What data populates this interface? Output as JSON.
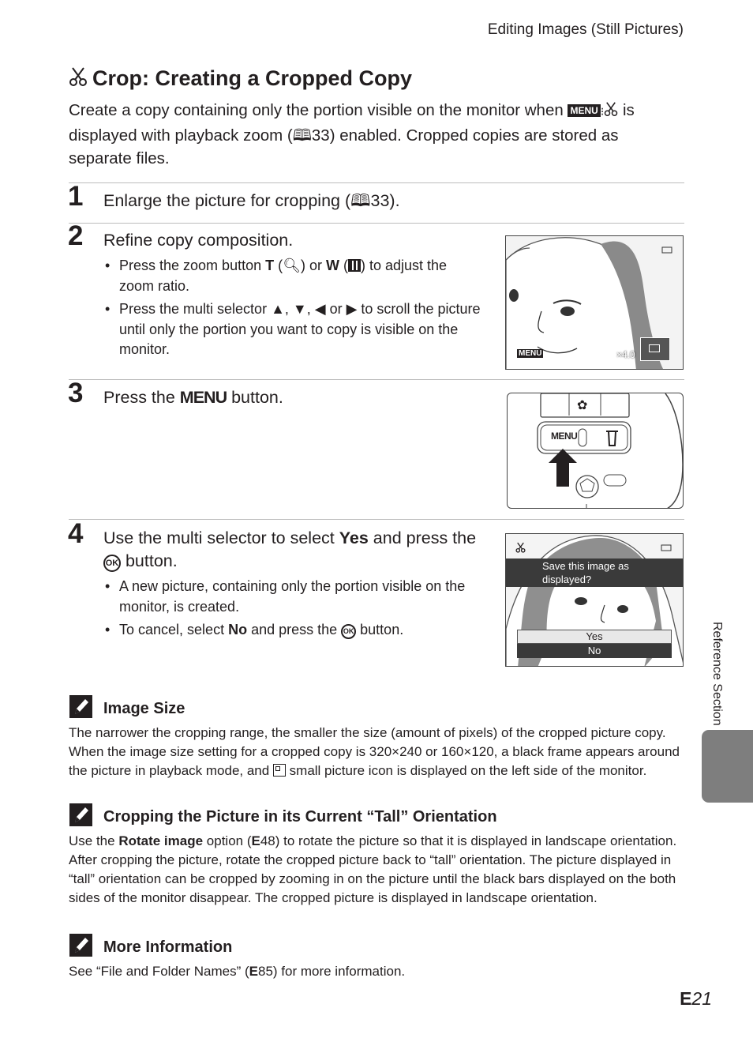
{
  "header": {
    "running_title": "Editing Images (Still Pictures)"
  },
  "title": {
    "text": "Crop: Creating a Cropped Copy"
  },
  "intro": {
    "part1": "Create a copy containing only the portion visible on the monitor when ",
    "part2": " is displayed with playback zoom (",
    "ref": "33",
    "part3": ") enabled. Cropped copies are stored as separate files."
  },
  "steps": [
    {
      "number": "1",
      "text_a": "Enlarge the picture for cropping (",
      "ref": "33",
      "text_b": ")."
    },
    {
      "number": "2",
      "text": "Refine copy composition.",
      "bullets": [
        {
          "a": "Press the zoom button ",
          "k1": "T",
          "b": " (",
          "c": ") or ",
          "k2": "W",
          "d": " (",
          "e": ") to adjust the zoom ratio."
        },
        {
          "a": "Press the multi selector ",
          "arrows": "▲, ▼, ◀",
          "b": " or ",
          "arrow4": "▶",
          "c": " to scroll the picture until only the portion you want to copy is visible on the monitor."
        }
      ]
    },
    {
      "number": "3",
      "text_a": "Press the ",
      "menu_key": "MENU",
      "text_b": " button."
    },
    {
      "number": "4",
      "text_a": "Use the multi selector to select ",
      "bold": "Yes",
      "text_b": " and press the ",
      "text_c": " button.",
      "bullets": [
        {
          "a": "A new picture, containing only the portion visible on the monitor, is created."
        },
        {
          "a": "To cancel, select ",
          "bold": "No",
          "b": " and press the ",
          "c": " button."
        }
      ]
    }
  ],
  "screens": {
    "zoom": {
      "zoom_label": "×4.0",
      "menu_icon": "MENU"
    },
    "camera": {
      "menu_label": "MENU"
    },
    "confirm": {
      "prompt": "Save this image as displayed?",
      "yes": "Yes",
      "no": "No"
    }
  },
  "notes": [
    {
      "heading": "Image Size",
      "body_a": "The narrower the cropping range, the smaller the size (amount of pixels) of the cropped picture copy. When the image size setting for a cropped copy is 320×240 or 160×120, a black frame appears around the picture in playback mode, and ",
      "body_b": " small picture icon is displayed on the left side of the monitor."
    },
    {
      "heading": "Cropping the Picture in its Current “Tall” Orientation",
      "body_a": "Use the ",
      "bold": "Rotate image",
      "body_b": " option (",
      "ref": "48",
      "body_c": ") to rotate the picture so that it is displayed in landscape orientation. After cropping the picture, rotate the cropped picture back to “tall” orientation. The picture displayed in “tall” orientation can be cropped by zooming in on the picture until the black bars displayed on the both sides of the monitor disappear. The cropped picture is displayed in landscape orientation."
    },
    {
      "heading": "More Information",
      "body_a": "See “File and Folder Names” (",
      "ref": "85",
      "body_b": ") for more information."
    }
  ],
  "side_tab": {
    "text": "Reference Section"
  },
  "page_number": {
    "prefix": "E",
    "number": "21"
  }
}
